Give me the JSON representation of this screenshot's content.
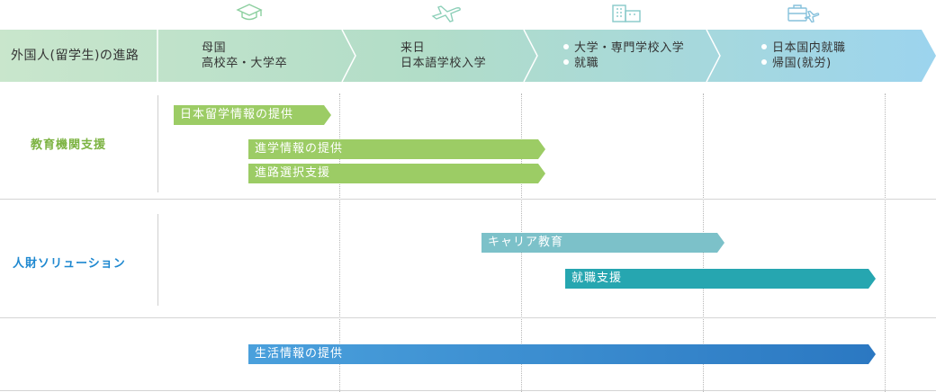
{
  "header": {
    "label": "外国人(留学生)の進路",
    "stages": [
      {
        "lines": [
          "母国",
          "高校卒・大学卒"
        ],
        "bullets": false,
        "icon": "graduation-cap-icon"
      },
      {
        "lines": [
          "来日",
          "日本語学校入学"
        ],
        "bullets": false,
        "icon": "airplane-icon"
      },
      {
        "lines": [
          "大学・専門学校入学",
          "就職"
        ],
        "bullets": true,
        "icon": "buildings-icon"
      },
      {
        "lines": [
          "日本国内就職",
          "帰国(就労)"
        ],
        "bullets": true,
        "icon": "briefcase-plane-icon"
      }
    ]
  },
  "sections": [
    {
      "label": "教育機関支援",
      "color": "#7cb342",
      "bars": [
        {
          "label": "日本留学情報の提供",
          "style": "green"
        },
        {
          "label": "進学情報の提供",
          "style": "green"
        },
        {
          "label": "進路選択支援",
          "style": "green"
        }
      ]
    },
    {
      "label": "人財ソリューション",
      "color": "#1e88d0",
      "bars": [
        {
          "label": "キャリア教育",
          "style": "teal-light"
        },
        {
          "label": "就職支援",
          "style": "teal"
        }
      ]
    },
    {
      "label": "",
      "bars": [
        {
          "label": "生活情報の提供",
          "style": "blue"
        }
      ]
    }
  ],
  "colors": {
    "header_gradient_start": "#c8e6c9",
    "header_gradient_end": "#9ad4ec",
    "green_bar": "#9ccc65",
    "teal_light_bar": "#7cc1c9",
    "teal_bar": "#26a6b0",
    "blue_bar": "#2b78c2"
  }
}
